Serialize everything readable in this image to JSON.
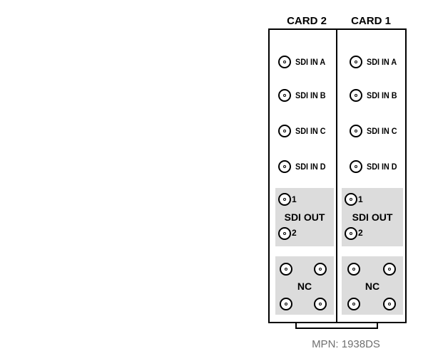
{
  "cards": [
    {
      "title": "CARD 2",
      "inputs": [
        "SDI IN A",
        "SDI IN B",
        "SDI IN C",
        "SDI IN D"
      ],
      "output": {
        "label": "SDI OUT",
        "ports": [
          "1",
          "2"
        ]
      },
      "nc_label": "NC"
    },
    {
      "title": "CARD 1",
      "inputs": [
        "SDI IN A",
        "SDI IN B",
        "SDI IN C",
        "SDI IN D"
      ],
      "output": {
        "label": "SDI OUT",
        "ports": [
          "1",
          "2"
        ]
      },
      "nc_label": "NC"
    }
  ],
  "footer": {
    "mpn": "MPN: 1938DS"
  },
  "colors": {
    "stroke": "#000000",
    "group_fill": "#dcdcdc",
    "mpn_text": "#707070"
  }
}
